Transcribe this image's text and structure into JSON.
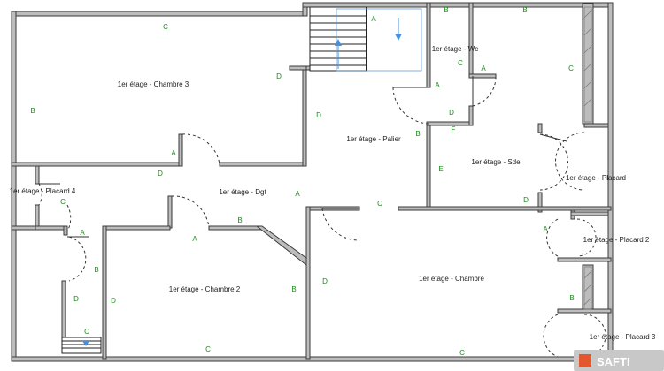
{
  "colors": {
    "wall_tag": "#1a8a1a",
    "wall_fill": "#bdbdbd",
    "stair_arrow": "#4a90d9",
    "logo_bg": "#c8c8c8",
    "logo_square": "#e2572b"
  },
  "rooms": {
    "chambre3": "1er étage - Chambre 3",
    "palier": "1er étage - Palier",
    "wc": "1er étage - Wc",
    "sde": "1er étage - Sde",
    "placard": "1er étage - Placard",
    "placard4": "1er étage - Placard 4",
    "dgt": "1er étage - Dgt",
    "placard2": "1er étage - Placard 2",
    "chambre2": "1er étage - Chambre 2",
    "chambre": "1er étage - Chambre",
    "placard3": "1er étage - Placard 3"
  },
  "wall_tags": {
    "ch3_c": "C",
    "ch3_b": "B",
    "ch3_d": "D",
    "ch3_a": "A",
    "stair_a": "A",
    "wc_b": "B",
    "wc_c": "C",
    "wc_a1": "A",
    "wc_a2": "A",
    "wc_d": "D",
    "top_b": "B",
    "right_c": "C",
    "pal_d": "D",
    "pal_b": "B",
    "pal_f": "F",
    "pal_c": "C",
    "sde_e": "E",
    "sde_d": "D",
    "dgt_d": "D",
    "dgt_a": "A",
    "dgt_b": "B",
    "pl4_c": "C",
    "pl2_a": "A",
    "ch2_a": "A",
    "ch2_b": "B",
    "ch2_c": "C",
    "left_a": "A",
    "left_b": "B",
    "left_d1": "D",
    "left_c": "C",
    "left_d2": "D",
    "ch_d": "D",
    "ch_b": "B",
    "ch_c": "C"
  },
  "logo": {
    "text": "SAFTI"
  }
}
